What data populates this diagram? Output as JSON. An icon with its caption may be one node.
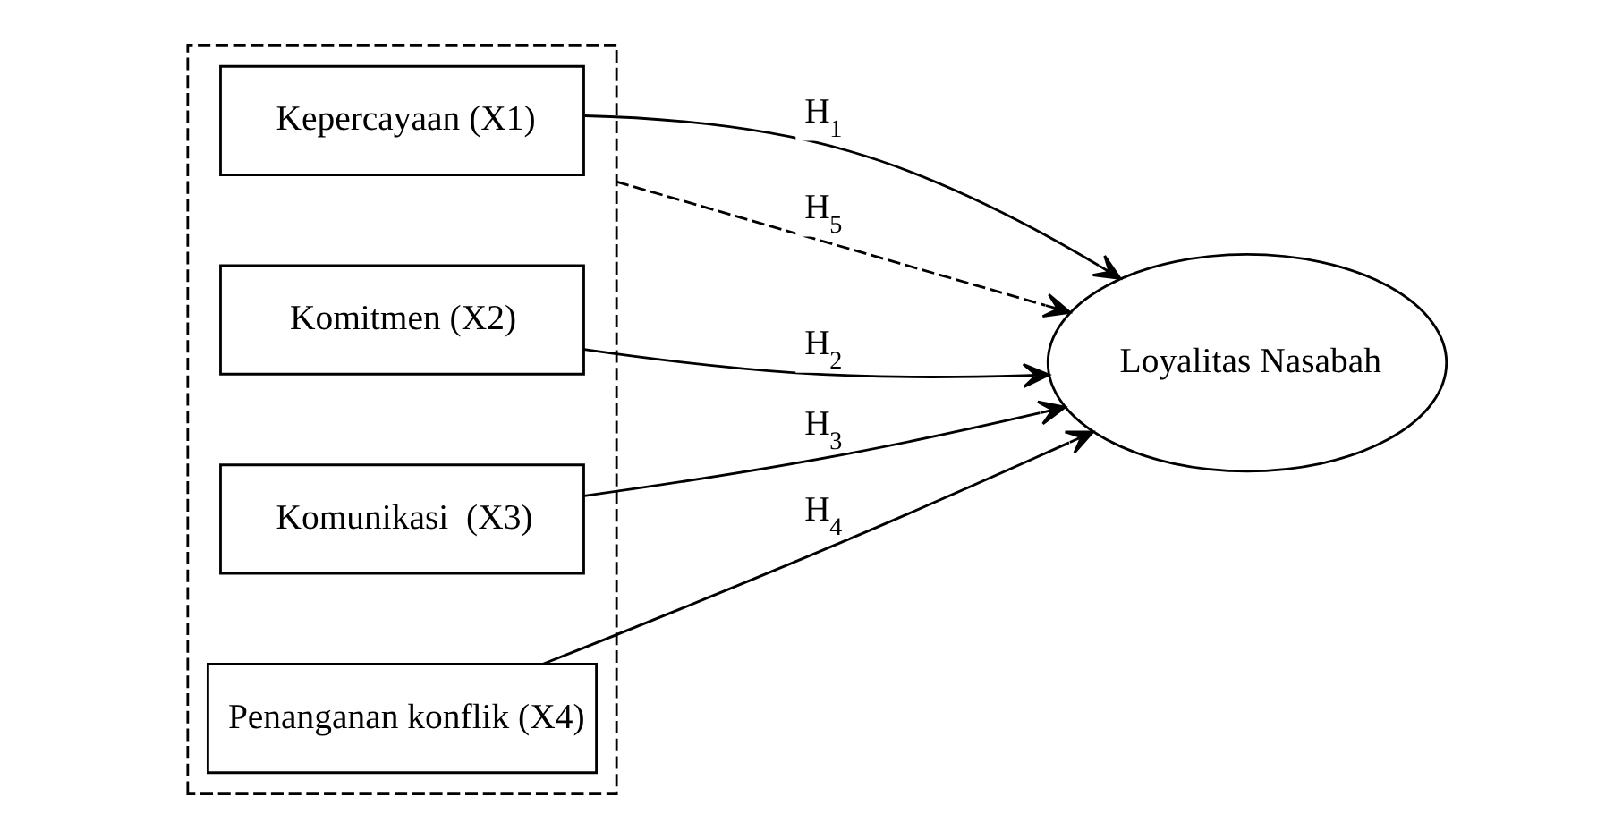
{
  "diagram": {
    "nodes": [
      {
        "text": [],
        "shape": "box"
      },
      {
        "text": [
          "Kepercayaan (X1)"
        ],
        "in": 0
      },
      {
        "text": [
          "Komitmen (X2)"
        ],
        "in": 0
      },
      {
        "text": [
          "Komunikasi  (X3)"
        ],
        "in": 0
      },
      {
        "text": [
          "Penanganan konflik (X4)"
        ],
        "in": 0
      },
      {
        "text": [
          "Loyalitas Nasabah"
        ]
      }
    ],
    "edges": [
      {
        "from": 1,
        "to": 5,
        "arrow": "to",
        "label": "H$_{1}$"
      },
      {
        "from": 2,
        "to": 5,
        "arrow": "to",
        "label": "H$_{2}$"
      },
      {
        "from": 3,
        "to": 5,
        "arrow": "to",
        "label": "H$_{3}$"
      },
      {
        "from": 4,
        "to": 5,
        "arrow": "to",
        "label": "H$_{4}$"
      },
      {
        "from": 0,
        "to": 5,
        "arrow": "to",
        "label": "H$_{5}$",
        "style": "dashed"
      }
    ]
  }
}
